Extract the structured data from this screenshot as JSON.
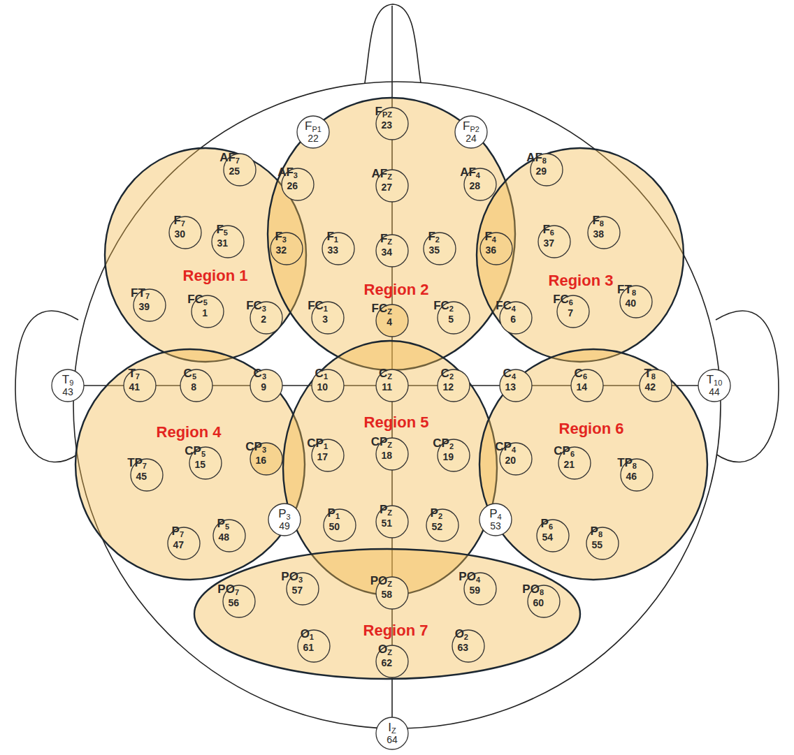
{
  "diagram": {
    "nodes": [
      {
        "text": [
          "Region 1"
        ]
      },
      {
        "text": [
          "Region 2"
        ]
      },
      {
        "text": [
          "Region 3"
        ]
      },
      {
        "text": [
          "Region 4"
        ]
      },
      {
        "text": [
          "Region 5"
        ]
      },
      {
        "text": [
          "Region 6"
        ]
      },
      {
        "text": [
          "Region 7"
        ]
      },
      {
        "text": [
          "FC5",
          "1"
        ],
        "in": 0
      },
      {
        "text": [
          "FC3",
          "2"
        ],
        "in": 0
      },
      {
        "text": [
          "FC1",
          "3"
        ],
        "in": 1
      },
      {
        "text": [
          "FCZ",
          "4"
        ],
        "in": 1
      },
      {
        "text": [
          "FC2",
          "5"
        ],
        "in": 1
      },
      {
        "text": [
          "FC4",
          "6"
        ],
        "in": 2
      },
      {
        "text": [
          "FC6",
          "7"
        ],
        "in": 2
      },
      {
        "text": [
          "C5",
          "8"
        ],
        "in": 3
      },
      {
        "text": [
          "C3",
          "9"
        ],
        "in": 3
      },
      {
        "text": [
          "C1",
          "10"
        ],
        "in": 4
      },
      {
        "text": [
          "CZ",
          "11"
        ],
        "in": 4
      },
      {
        "text": [
          "C2",
          "12"
        ],
        "in": 4
      },
      {
        "text": [
          "C4",
          "13"
        ],
        "in": 5
      },
      {
        "text": [
          "C6",
          "14"
        ],
        "in": 5
      },
      {
        "text": [
          "CP5",
          "15"
        ],
        "in": 3
      },
      {
        "text": [
          "CP3",
          "16"
        ],
        "in": 3
      },
      {
        "text": [
          "CP1",
          "17"
        ],
        "in": 4
      },
      {
        "text": [
          "CPZ",
          "18"
        ],
        "in": 4
      },
      {
        "text": [
          "CP2",
          "19"
        ],
        "in": 4
      },
      {
        "text": [
          "CP4",
          "20"
        ],
        "in": 5
      },
      {
        "text": [
          "CP6",
          "21"
        ],
        "in": 5
      },
      {
        "text": [
          "FP1",
          "22"
        ]
      },
      {
        "text": [
          "FPZ",
          "23"
        ],
        "in": 1
      },
      {
        "text": [
          "FP2",
          "24"
        ]
      },
      {
        "text": [
          "AF7",
          "25"
        ],
        "in": 0
      },
      {
        "text": [
          "AF3",
          "26"
        ],
        "in": 1
      },
      {
        "text": [
          "AFZ",
          "27"
        ],
        "in": 1
      },
      {
        "text": [
          "AF4",
          "28"
        ],
        "in": 1
      },
      {
        "text": [
          "AF8",
          "29"
        ],
        "in": 2
      },
      {
        "text": [
          "F7",
          "30"
        ],
        "in": 0
      },
      {
        "text": [
          "F5",
          "31"
        ],
        "in": 0
      },
      {
        "text": [
          "F3",
          "32"
        ],
        "in": 0
      },
      {
        "text": [
          "F1",
          "33"
        ],
        "in": 1
      },
      {
        "text": [
          "FZ",
          "34"
        ],
        "in": 1
      },
      {
        "text": [
          "F2",
          "35"
        ],
        "in": 1
      },
      {
        "text": [
          "F4",
          "36"
        ],
        "in": 2
      },
      {
        "text": [
          "F6",
          "37"
        ],
        "in": 2
      },
      {
        "text": [
          "F8",
          "38"
        ],
        "in": 2
      },
      {
        "text": [
          "FT7",
          "39"
        ],
        "in": 0
      },
      {
        "text": [
          "FT8",
          "40"
        ],
        "in": 2
      },
      {
        "text": [
          "T7",
          "41"
        ],
        "in": 3
      },
      {
        "text": [
          "T8",
          "42"
        ],
        "in": 5
      },
      {
        "text": [
          "T9",
          "43"
        ]
      },
      {
        "text": [
          "T10",
          "44"
        ]
      },
      {
        "text": [
          "TP7",
          "45"
        ],
        "in": 3
      },
      {
        "text": [
          "TP8",
          "46"
        ],
        "in": 5
      },
      {
        "text": [
          "P7",
          "47"
        ],
        "in": 3
      },
      {
        "text": [
          "P5",
          "48"
        ],
        "in": 3
      },
      {
        "text": [
          "P3",
          "49"
        ]
      },
      {
        "text": [
          "P1",
          "50"
        ],
        "in": 4
      },
      {
        "text": [
          "PZ",
          "51"
        ],
        "in": 4
      },
      {
        "text": [
          "P2",
          "52"
        ],
        "in": 4
      },
      {
        "text": [
          "P4",
          "53"
        ]
      },
      {
        "text": [
          "P6",
          "54"
        ],
        "in": 5
      },
      {
        "text": [
          "P8",
          "55"
        ],
        "in": 5
      },
      {
        "text": [
          "PO7",
          "56"
        ],
        "in": 6
      },
      {
        "text": [
          "PO3",
          "57"
        ],
        "in": 6
      },
      {
        "text": [
          "POZ",
          "58"
        ],
        "in": 6
      },
      {
        "text": [
          "PO4",
          "59"
        ],
        "in": 6
      },
      {
        "text": [
          "PO8",
          "60"
        ],
        "in": 6
      },
      {
        "text": [
          "O1",
          "61"
        ],
        "in": 6
      },
      {
        "text": [
          "OZ",
          "62"
        ],
        "in": 6
      },
      {
        "text": [
          "O2",
          "63"
        ],
        "in": 6
      },
      {
        "text": [
          "IZ",
          "64"
        ]
      }
    ]
  }
}
